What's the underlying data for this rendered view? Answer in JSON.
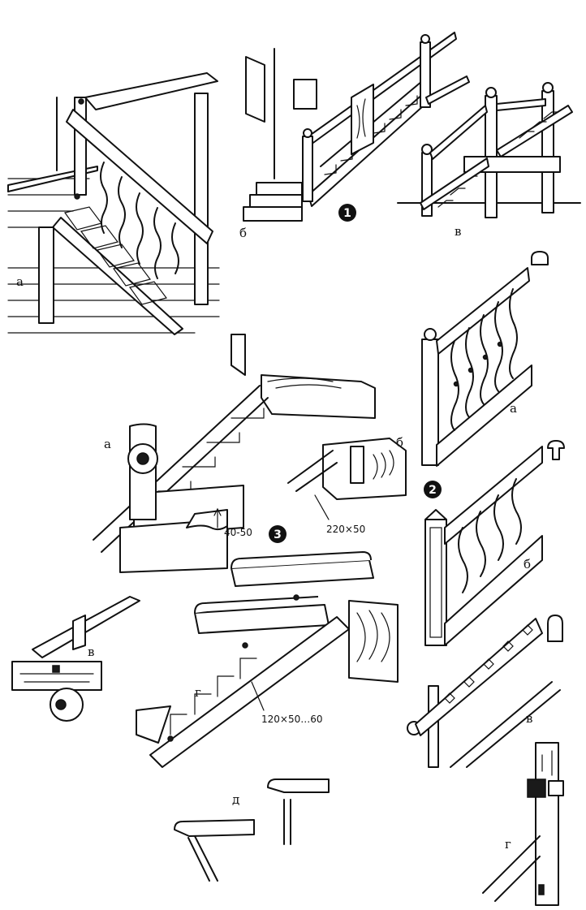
{
  "figure_1": {
    "badge": "1",
    "labels": {
      "a": "а",
      "b": "б",
      "v": "в"
    }
  },
  "figure_2": {
    "badge": "2",
    "labels": {
      "a": "а",
      "b": "б",
      "v": "в",
      "g": "г"
    }
  },
  "figure_3": {
    "badge": "3",
    "labels": {
      "a": "а",
      "b": "б",
      "v": "в",
      "g": "г",
      "d": "д"
    },
    "dimensions": {
      "tread_thickness": "40-50",
      "stringer_section": "220×50",
      "stringer_sawtooth": "120×50…60"
    }
  },
  "colors": {
    "ink": "#111111",
    "paper": "#ffffff"
  }
}
